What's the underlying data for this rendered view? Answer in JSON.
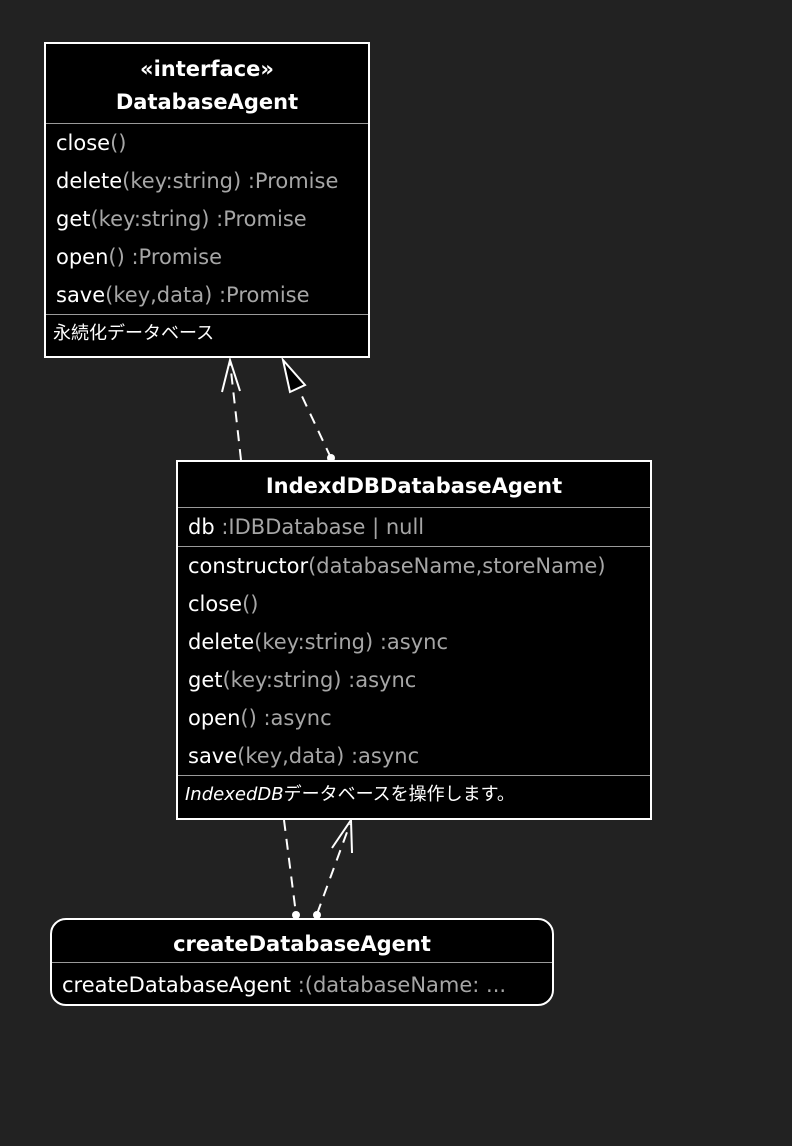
{
  "colors": {
    "background": "#222222",
    "box_fill": "#000000",
    "box_border": "#ffffff",
    "text": "#ffffff",
    "dim_text": "#a6a6a6",
    "separator": "#9a9a9a"
  },
  "database_agent": {
    "stereotype": "«interface»",
    "name": "DatabaseAgent",
    "methods": [
      {
        "name": "close",
        "signature": "()"
      },
      {
        "name": "delete",
        "signature": "(key:string) :Promise"
      },
      {
        "name": "get",
        "signature": "(key:string) :Promise"
      },
      {
        "name": "open",
        "signature": "() :Promise"
      },
      {
        "name": "save",
        "signature": "(key,data) :Promise"
      }
    ],
    "note": "永続化データベース"
  },
  "indexeddb_agent": {
    "name": "IndexdDBDatabaseAgent",
    "fields": [
      {
        "name": "db",
        "signature": " :IDBDatabase | null"
      }
    ],
    "methods": [
      {
        "name": "constructor",
        "signature": "(databaseName,storeName)"
      },
      {
        "name": "close",
        "signature": "()"
      },
      {
        "name": "delete",
        "signature": "(key:string) :async"
      },
      {
        "name": "get",
        "signature": "(key:string) :async"
      },
      {
        "name": "open",
        "signature": "() :async"
      },
      {
        "name": "save",
        "signature": "(key,data) :async"
      }
    ],
    "note_italic": "IndexedDB",
    "note_rest": "データベースを操作します。"
  },
  "create_agent": {
    "name": "createDatabaseAgent",
    "members": [
      {
        "name": "createDatabaseAgent",
        "signature": " :(databaseName: ..."
      }
    ]
  },
  "edges": [
    {
      "from": "indexeddb-agent",
      "to": "database-agent",
      "kind": "dependency"
    },
    {
      "from": "indexeddb-agent",
      "to": "database-agent",
      "kind": "realization"
    },
    {
      "from": "indexeddb-agent",
      "to": "create-agent",
      "kind": "dependency-source"
    },
    {
      "from": "create-agent",
      "to": "indexeddb-agent",
      "kind": "dependency"
    }
  ]
}
